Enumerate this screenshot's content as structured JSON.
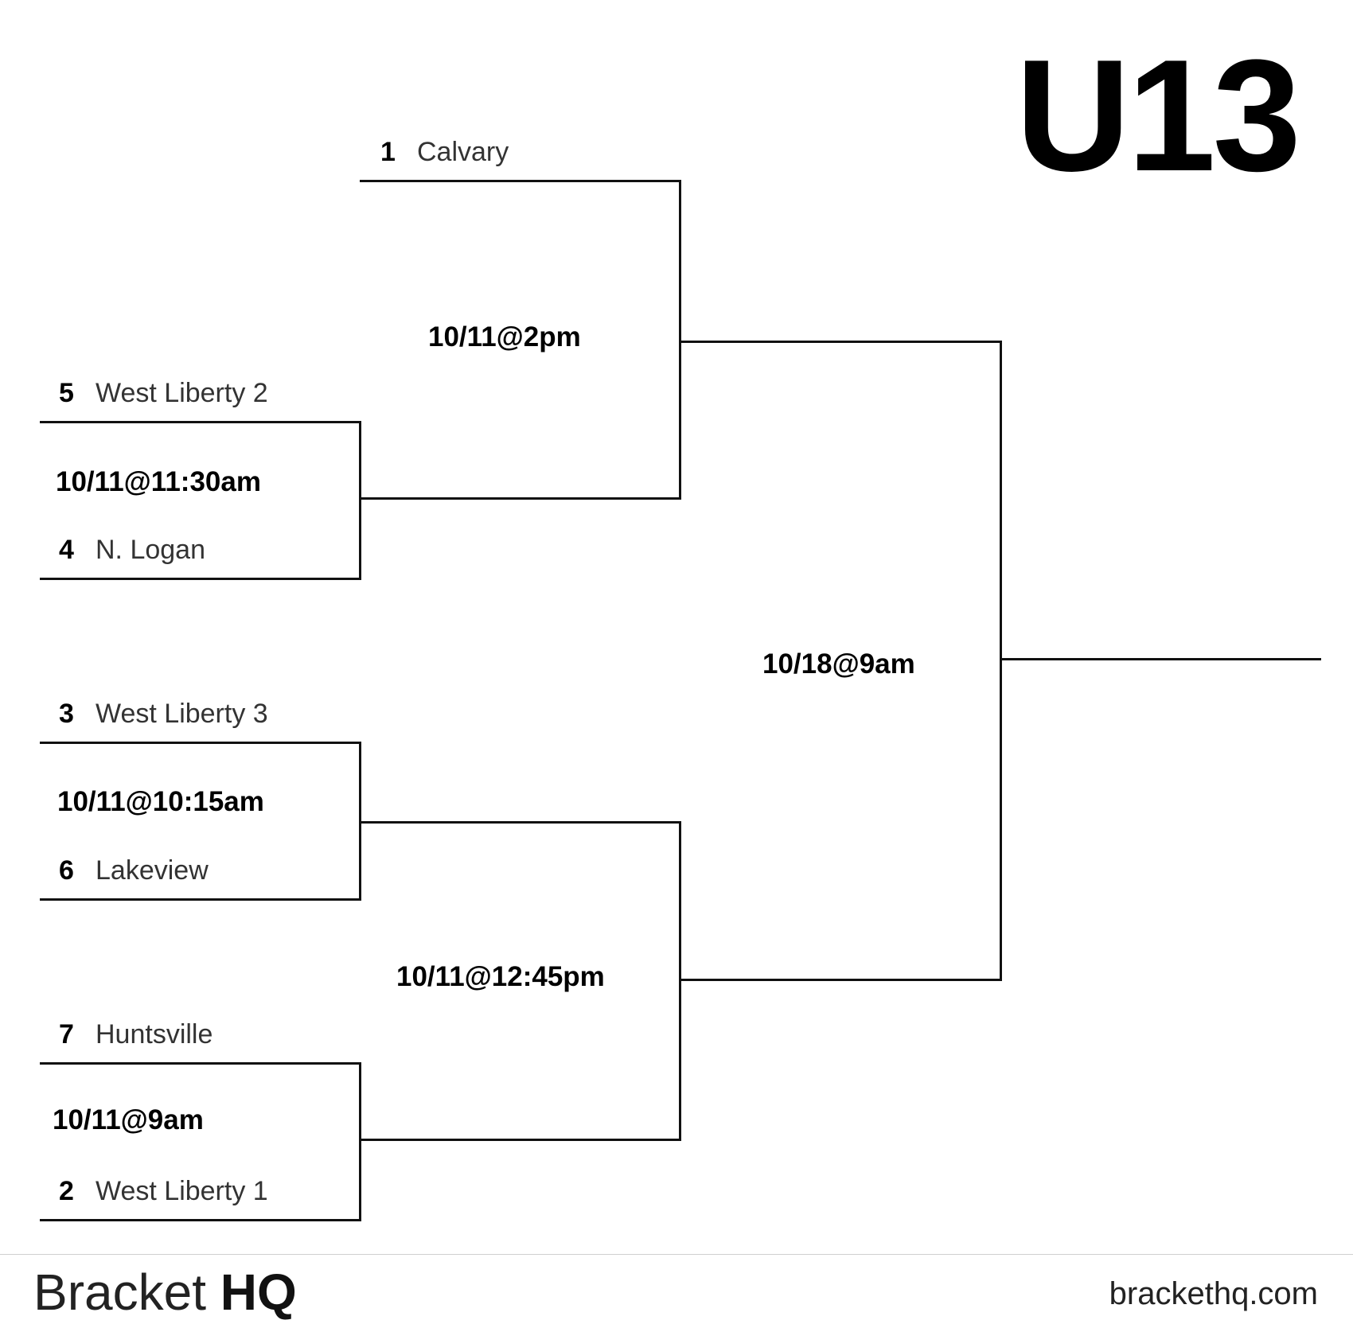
{
  "title": "U13",
  "teams": [
    {
      "seed": "1",
      "name": "Calvary"
    },
    {
      "seed": "5",
      "name": "West Liberty 2"
    },
    {
      "seed": "4",
      "name": "N. Logan"
    },
    {
      "seed": "3",
      "name": "West Liberty 3"
    },
    {
      "seed": "6",
      "name": "Lakeview"
    },
    {
      "seed": "7",
      "name": "Huntsville"
    },
    {
      "seed": "2",
      "name": "West Liberty 1"
    }
  ],
  "games": {
    "r1_top": "10/11@11:30am",
    "r1_mid": "10/11@10:15am",
    "r1_bot": "10/11@9am",
    "r2_top": "10/11@2pm",
    "r2_bot": "10/11@12:45pm",
    "final": "10/18@9am"
  },
  "footer": {
    "brand_word1": "Bracket",
    "brand_word2": "HQ",
    "website": "brackethq.com"
  }
}
